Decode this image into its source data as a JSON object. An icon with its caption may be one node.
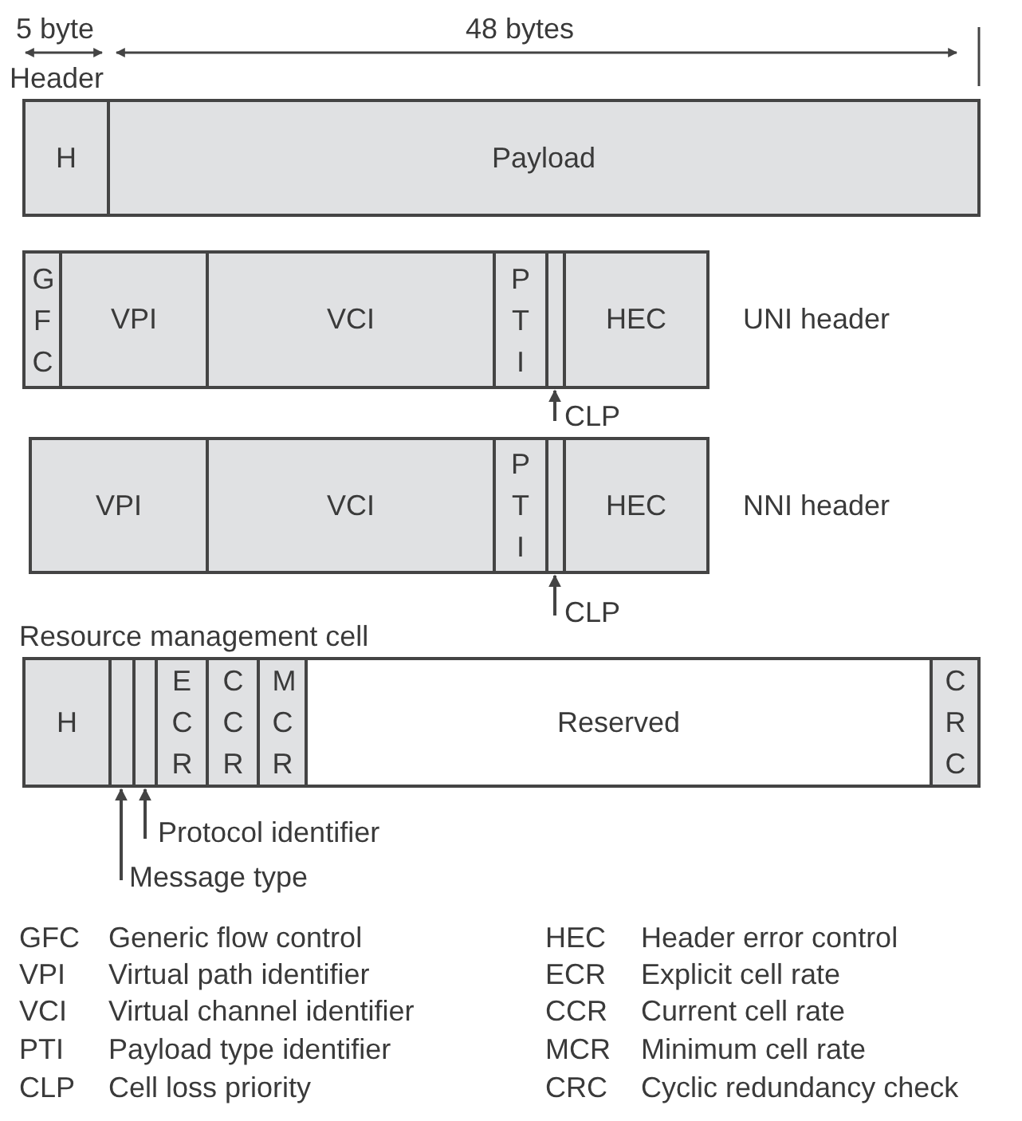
{
  "diagram": {
    "nodes": [
      {
        "text": [
          "H"
        ]
      },
      {
        "text": [
          "Payload"
        ]
      },
      {
        "text": [
          "GFC"
        ]
      },
      {
        "text": [
          "VPI"
        ]
      },
      {
        "text": [
          "VCI"
        ]
      },
      {
        "text": [
          "PTI"
        ]
      },
      {
        "text": [],
        "shape": "box"
      },
      {
        "text": [
          "HEC"
        ]
      },
      {
        "text": [
          "VPI"
        ]
      },
      {
        "text": [
          "VCI"
        ]
      },
      {
        "text": [
          "PTI"
        ]
      },
      {
        "text": [],
        "shape": "box"
      },
      {
        "text": [
          "HEC"
        ]
      },
      {
        "text": [
          "H"
        ]
      },
      {
        "text": [],
        "shape": "box"
      },
      {
        "text": [],
        "shape": "box"
      },
      {
        "text": [
          "ECR"
        ]
      },
      {
        "text": [
          "CCR"
        ]
      },
      {
        "text": [
          "MCR"
        ]
      },
      {
        "text": [
          "Reserved"
        ]
      },
      {
        "text": [
          "CRC"
        ]
      },
      {
        "text": [
          "CLP"
        ]
      },
      {
        "text": [
          "CLP"
        ]
      },
      {
        "text": [
          "Protocol identifier"
        ]
      },
      {
        "text": [
          "Message type"
        ]
      }
    ],
    "edges": [
      {
        "from": 21,
        "to": 6,
        "arrow": "to"
      },
      {
        "from": 22,
        "to": 11,
        "arrow": "to"
      },
      {
        "from": 23,
        "to": 15,
        "arrow": "to"
      },
      {
        "from": 24,
        "to": 14,
        "arrow": "to"
      }
    ],
    "labels": [
      "5 byte",
      "48 bytes",
      "Header",
      "UNI header",
      "NNI header",
      "Resource management cell",
      "GFC",
      "Generic flow control",
      "HEC",
      "Header error control",
      "VPI",
      "Virtual path identifier",
      "ECR",
      "Explicit cell rate",
      "VCI",
      "Virtual channel identifier",
      "CCR",
      "Current cell rate",
      "PTI",
      "Payload type identifier",
      "MCR",
      "Minimum cell rate",
      "CLP",
      "Cell loss priority",
      "CRC",
      "Cyclic redundancy check"
    ]
  }
}
